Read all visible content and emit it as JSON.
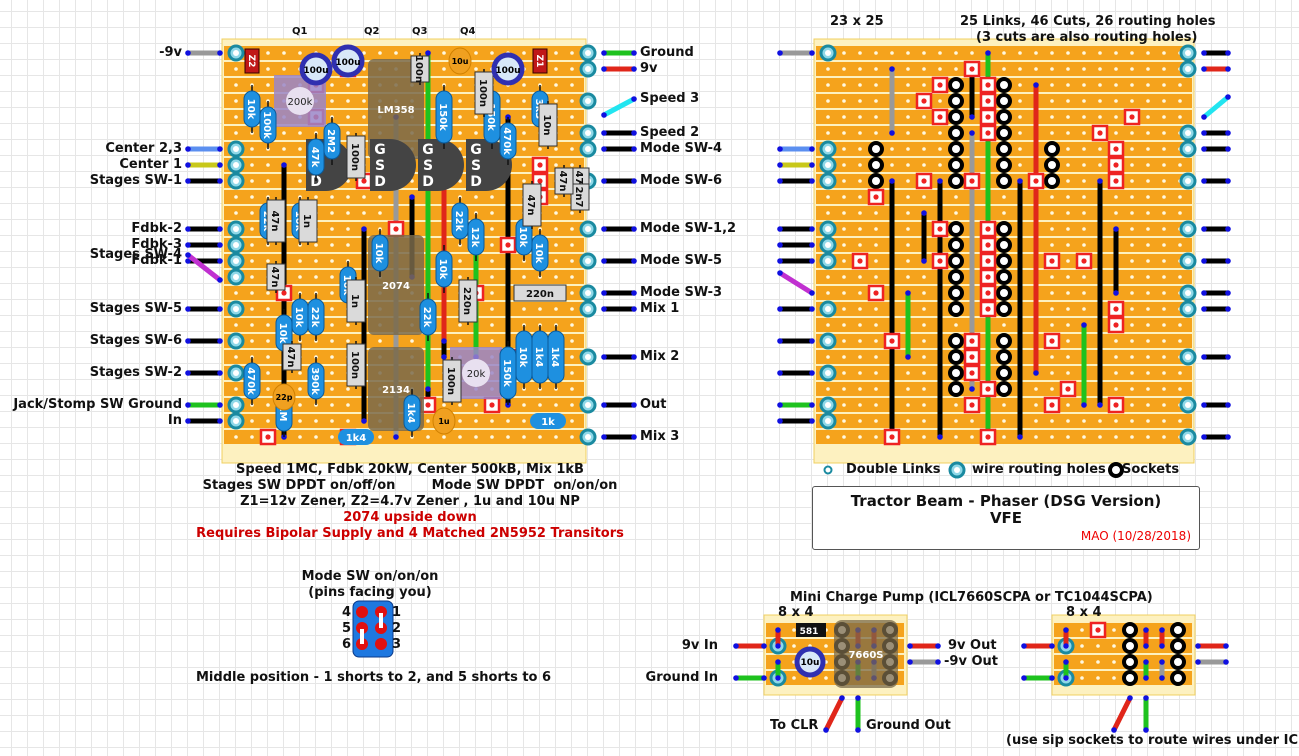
{
  "colors": {
    "board": "#f5a31c",
    "strip_sep": "#fde9b8",
    "frame": "#fdf1c0",
    "cut": "#ee2222",
    "wire_black": "#000000",
    "wire_red": "#e0261a",
    "wire_green": "#1ec21e",
    "wire_gray": "#999999",
    "wire_cyan": "#22e5f0",
    "wire_blue": "#5b8ff0",
    "wire_yellow": "#c8c81a",
    "wire_purple": "#c030d0",
    "resistor": "#1e90e0",
    "film_cap": "#dadada",
    "electrolytic": "#3030b0",
    "ic": "#7a6a4a",
    "jfet": "#444444",
    "trimmer": "#9a86c8",
    "note_red": "#cc0000"
  },
  "left_board": {
    "qlabels": [
      "Q1",
      "Q2",
      "Q3",
      "Q4"
    ],
    "left_labels": [
      {
        "text": "-9v",
        "row": 0,
        "wire": "wire_gray"
      },
      {
        "text": "Center 2,3",
        "row": 6,
        "wire": "wire_blue"
      },
      {
        "text": "Center 1",
        "row": 7,
        "wire": "wire_yellow"
      },
      {
        "text": "Stages SW-1",
        "row": 8,
        "wire": "wire_black"
      },
      {
        "text": "Fdbk-2",
        "row": 11,
        "wire": "wire_black"
      },
      {
        "text": "Fdbk-3",
        "row": 12,
        "wire": "wire_black"
      },
      {
        "text": "Fdbk-1",
        "row": 13,
        "wire": "wire_black"
      },
      {
        "text": "Stages SW-4",
        "row": 14,
        "wire": "wire_purple"
      },
      {
        "text": "Stages SW-5",
        "row": 16,
        "wire": "wire_black"
      },
      {
        "text": "Stages SW-6",
        "row": 18,
        "wire": "wire_black"
      },
      {
        "text": "Stages SW-2",
        "row": 20,
        "wire": "wire_black"
      },
      {
        "text": "Jack/Stomp SW Ground",
        "row": 22,
        "wire": "wire_green"
      },
      {
        "text": "In",
        "row": 23,
        "wire": "wire_black"
      }
    ],
    "right_labels": [
      {
        "text": "Ground",
        "row": 0,
        "wire": "wire_green"
      },
      {
        "text": "9v",
        "row": 1,
        "wire": "wire_red"
      },
      {
        "text": "Speed 3",
        "row": 3,
        "wire": "wire_cyan"
      },
      {
        "text": "Speed 2",
        "row": 5,
        "wire": "wire_black"
      },
      {
        "text": "Mode SW-4",
        "row": 6,
        "wire": "wire_black"
      },
      {
        "text": "Mode SW-6",
        "row": 8,
        "wire": "wire_black"
      },
      {
        "text": "Mode SW-1,2",
        "row": 11,
        "wire": "wire_black"
      },
      {
        "text": "Mode SW-5",
        "row": 13,
        "wire": "wire_black"
      },
      {
        "text": "Mode SW-3",
        "row": 15,
        "wire": "wire_black"
      },
      {
        "text": "Mix 1",
        "row": 16,
        "wire": "wire_black"
      },
      {
        "text": "Mix 2",
        "row": 19,
        "wire": "wire_black"
      },
      {
        "text": "Out",
        "row": 22,
        "wire": "wire_black"
      },
      {
        "text": "Mix 3",
        "row": 24,
        "wire": "wire_black"
      }
    ],
    "resistors": [
      {
        "v": "10k",
        "c": 1,
        "r1": 2,
        "r2": 5
      },
      {
        "v": "100k",
        "c": 2,
        "r1": 3,
        "r2": 6
      },
      {
        "v": "47k",
        "c": 5,
        "r1": 5,
        "r2": 8
      },
      {
        "v": "2M2",
        "c": 6,
        "r1": 4,
        "r2": 7
      },
      {
        "v": "22k",
        "c": 2,
        "r1": 9,
        "r2": 12
      },
      {
        "v": "10k",
        "c": 4,
        "r1": 9,
        "r2": 12
      },
      {
        "v": "10k",
        "c": 4,
        "r1": 15,
        "r2": 18
      },
      {
        "v": "22k",
        "c": 5,
        "r1": 15,
        "r2": 18
      },
      {
        "v": "10k",
        "c": 3,
        "r1": 16,
        "r2": 19
      },
      {
        "v": "10k",
        "c": 7,
        "r1": 13,
        "r2": 16
      },
      {
        "v": "10k",
        "c": 9,
        "r1": 11,
        "r2": 14
      },
      {
        "v": "150k",
        "c": 13,
        "r1": 2,
        "r2": 6
      },
      {
        "v": "150k",
        "c": 16,
        "r1": 2,
        "r2": 6
      },
      {
        "v": "470k",
        "c": 17,
        "r1": 4,
        "r2": 7
      },
      {
        "v": "3k3",
        "c": 19,
        "r1": 2,
        "r2": 5
      },
      {
        "v": "22k",
        "c": 14,
        "r1": 9,
        "r2": 12
      },
      {
        "v": "12k",
        "c": 15,
        "r1": 10,
        "r2": 13
      },
      {
        "v": "10k",
        "c": 13,
        "r1": 12,
        "r2": 15
      },
      {
        "v": "22k",
        "c": 12,
        "r1": 15,
        "r2": 18
      },
      {
        "v": "10k",
        "c": 18,
        "r1": 10,
        "r2": 13
      },
      {
        "v": "10k",
        "c": 19,
        "r1": 11,
        "r2": 14
      },
      {
        "v": "470k",
        "c": 1,
        "r1": 19,
        "r2": 22
      },
      {
        "v": "1M",
        "c": 3,
        "r1": 21,
        "r2": 24
      },
      {
        "v": "390k",
        "c": 5,
        "r1": 19,
        "r2": 22
      },
      {
        "v": "1k4",
        "c": 11,
        "r1": 21,
        "r2": 24
      },
      {
        "v": "150k",
        "c": 17,
        "r1": 18,
        "r2": 22
      },
      {
        "v": "10k",
        "c": 18,
        "r1": 17,
        "r2": 21
      },
      {
        "v": "1k4",
        "c": 19,
        "r1": 17,
        "r2": 21
      },
      {
        "v": "1k4",
        "c": 20,
        "r1": 17,
        "r2": 21
      }
    ],
    "hresistors": [
      {
        "v": "1k4",
        "r": 24,
        "c1": 6,
        "c2": 9
      },
      {
        "v": "1k",
        "r": 23,
        "c1": 18,
        "c2": 21
      }
    ],
    "film_caps": [
      {
        "v": "100n",
        "c": 7,
        "r1": 5,
        "r2": 8
      },
      {
        "v": "100n",
        "c": 11,
        "r1": 0,
        "r2": 2
      },
      {
        "v": "100n",
        "c": 15,
        "r1": 1,
        "r2": 4
      },
      {
        "v": "10n",
        "c": 19,
        "r1": 3,
        "r2": 6
      },
      {
        "v": "47n",
        "c": 21,
        "r1": 7,
        "r2": 9
      },
      {
        "v": "2n7",
        "c": 21,
        "r1": 8,
        "r2": 10
      },
      {
        "v": "47n",
        "c": 18,
        "r1": 8,
        "r2": 11
      },
      {
        "v": "47n",
        "c": 20,
        "r1": 7,
        "r2": 9
      },
      {
        "v": "47n",
        "c": 2,
        "r1": 9,
        "r2": 12
      },
      {
        "v": "1n",
        "c": 4,
        "r1": 9,
        "r2": 12
      },
      {
        "v": "47n",
        "c": 2,
        "r1": 13,
        "r2": 15
      },
      {
        "v": "1n",
        "c": 7,
        "r1": 14,
        "r2": 17
      },
      {
        "v": "220n",
        "c": 14,
        "r1": 14,
        "r2": 17
      },
      {
        "v": "47n",
        "c": 3,
        "r1": 18,
        "r2": 20
      },
      {
        "v": "100n",
        "c": 7,
        "r1": 18,
        "r2": 21
      },
      {
        "v": "100n",
        "c": 13,
        "r1": 19,
        "r2": 22
      }
    ],
    "hcaps": [
      {
        "v": "220n",
        "r": 15,
        "c1": 17,
        "c2": 21
      }
    ],
    "electrolytics": [
      {
        "v": "100u",
        "c": 5,
        "r": 1
      },
      {
        "v": "100u",
        "c": 7,
        "r": 0.5
      },
      {
        "v": "100u",
        "c": 17,
        "r": 1
      }
    ],
    "small_caps": [
      {
        "v": "10u",
        "c": 14,
        "r": 0.5
      },
      {
        "v": "22p",
        "c": 3,
        "r": 21.5
      },
      {
        "v": "1u",
        "c": 13,
        "r": 23
      }
    ],
    "zeners": [
      {
        "v": "Z2",
        "c": 1,
        "r": 0.5
      },
      {
        "v": "Z1",
        "c": 19,
        "r": 0.5
      }
    ],
    "ics": [
      {
        "v": "LM358",
        "c1": 9,
        "c2": 11,
        "r1": 1,
        "r2": 6
      },
      {
        "v": "2074",
        "c1": 9,
        "c2": 11,
        "r1": 12,
        "r2": 17
      },
      {
        "v": "2134",
        "c1": 9,
        "c2": 11,
        "r1": 19,
        "r2": 23
      }
    ],
    "jfets": [
      {
        "c": 5,
        "r": 6
      },
      {
        "c": 9,
        "r": 6
      },
      {
        "c": 12,
        "r": 6
      },
      {
        "c": 15,
        "r": 6
      }
    ],
    "trimmers": [
      {
        "v": "200k",
        "c": 4,
        "r": 3
      },
      {
        "v": "20k",
        "c": 15,
        "r": 20
      }
    ]
  },
  "right_board": {
    "size_label": "23 x 25",
    "stats_line1": "25 Links, 46 Cuts, 26 routing holes",
    "stats_line2": "(3 cuts are also routing holes)"
  },
  "notes": {
    "line1": "Speed 1MC, Fdbk 20kW, Center 500kB, Mix 1kB",
    "line2": "Stages SW DPDT on/off/on        Mode SW DPDT  on/on/on",
    "line3": "Z1=12v Zener, Z2=4.7v Zener , 1u and 10u NP",
    "line4": "2074 upside down",
    "line5": "Requires Bipolar Supply and 4 Matched 2N5952 Transitors"
  },
  "legend": {
    "double_links": "Double Links",
    "routing_holes": "wire routing holes",
    "sockets": "Sockets"
  },
  "title_block": {
    "title": "Tractor Beam - Phaser (DSG Version)",
    "subtitle": "VFE",
    "author": "MAO (10/28/2018)"
  },
  "mode_switch": {
    "title": "Mode SW on/on/on",
    "subtitle": "(pins facing you)",
    "pins_left": [
      "4",
      "5",
      "6"
    ],
    "pins_right": [
      "1",
      "2",
      "3"
    ],
    "note": "Middle position - 1 shorts to 2, and 5 shorts to 6"
  },
  "charge_pump": {
    "title": "Mini Charge Pump  (ICL7660SCPA or TC1044SCPA)",
    "size1": "8 x 4",
    "size2": "8 x 4",
    "nine_in": "9v In",
    "ground_in": "Ground In",
    "nine_out": "9v Out",
    "neg_out": "-9v Out",
    "to_clr": "To CLR",
    "ground_out": "Ground Out",
    "ic_label": "7660S",
    "diode_label": "581",
    "cap_label": "10u",
    "sip_note": "(use sip sockets to route wires under IC)"
  }
}
